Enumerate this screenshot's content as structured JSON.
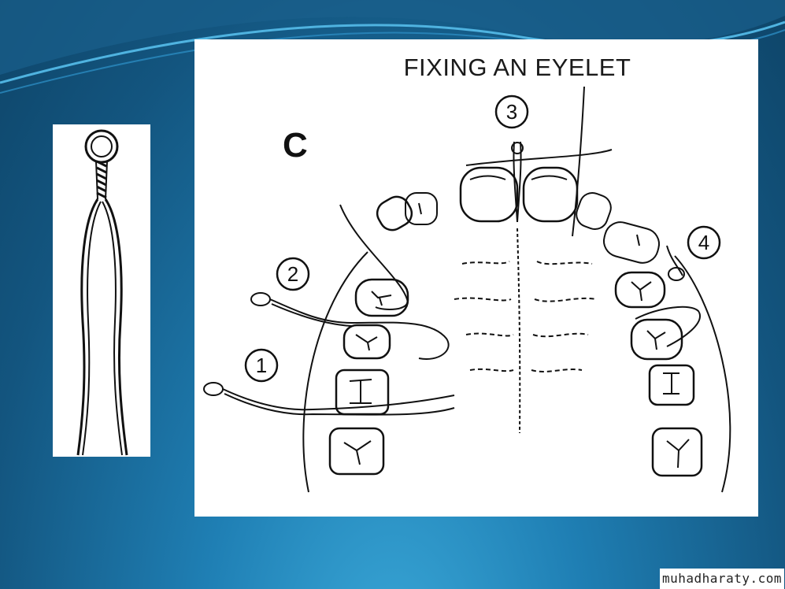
{
  "figure": {
    "title": "FIXING AN EYELET",
    "panel_letter": "C",
    "step_labels": [
      "1",
      "2",
      "3",
      "4"
    ]
  },
  "watermark": "muhadharaty.com",
  "colors": {
    "background_dark": "#0e4569",
    "background_light": "#3aa8d8",
    "panel": "#ffffff",
    "ink": "#111111"
  }
}
